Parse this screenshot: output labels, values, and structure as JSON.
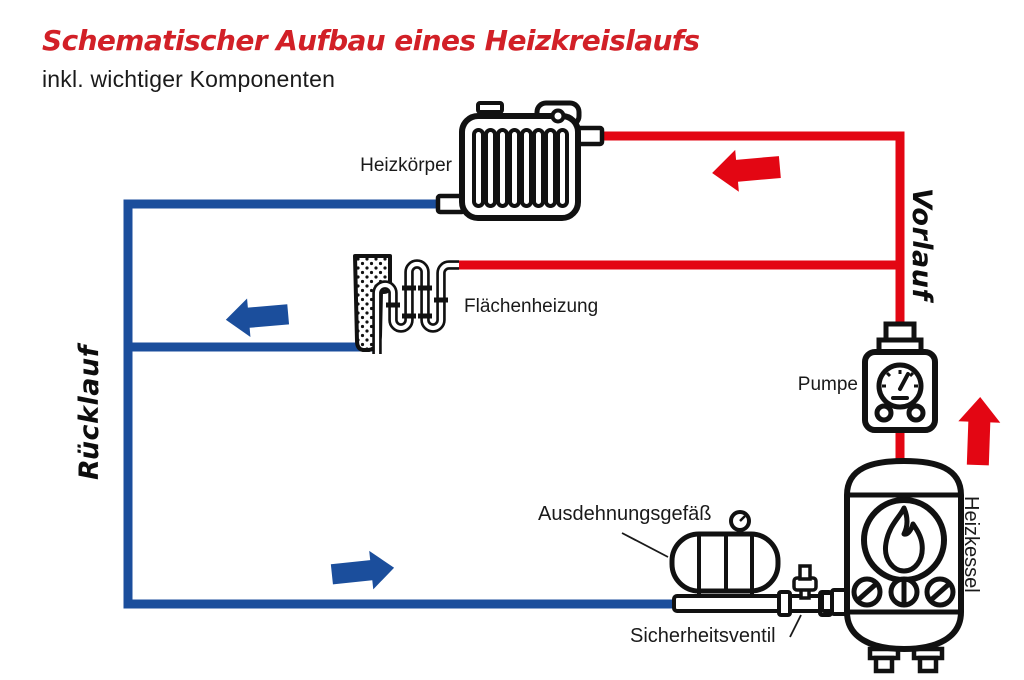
{
  "title": "Schematischer Aufbau eines Heizkreislaufs",
  "subtitle": "inkl. wichtiger Komponenten",
  "colors": {
    "pipe-red": "#e30613",
    "pipe-blue": "#1b4e9c",
    "title-red": "#d22027",
    "ink": "#111111",
    "label": "#1a1a1a"
  },
  "components": {
    "radiator": {
      "label": "Heizkörper",
      "icon": "radiator-icon"
    },
    "surface_heating": {
      "label": "Flächenheizung",
      "icon": "underfloor-heating-coil-icon"
    },
    "pump": {
      "label": "Pumpe",
      "icon": "pump-gauge-icon"
    },
    "boiler": {
      "label": "Heizkessel",
      "icon": "boiler-flame-icon"
    },
    "expansion_vessel": {
      "label": "Ausdehnungsgefäß",
      "icon": "expansion-tank-icon"
    },
    "safety_valve": {
      "label": "Sicherheitsventil",
      "icon": "safety-valve-icon"
    }
  },
  "lines": {
    "flow": {
      "label": "Vorlauf",
      "color": "#e30613"
    },
    "return": {
      "label": "Rücklauf",
      "color": "#1b4e9c"
    }
  },
  "arrows": [
    {
      "name": "flow-arrow-to-radiator",
      "direction": "left",
      "color": "#e30613"
    },
    {
      "name": "flow-arrow-up-from-boiler",
      "direction": "up",
      "color": "#e30613"
    },
    {
      "name": "return-arrow-from-surface-heating",
      "direction": "left",
      "color": "#1b4e9c"
    },
    {
      "name": "return-arrow-to-boiler",
      "direction": "right",
      "color": "#1b4e9c"
    }
  ]
}
